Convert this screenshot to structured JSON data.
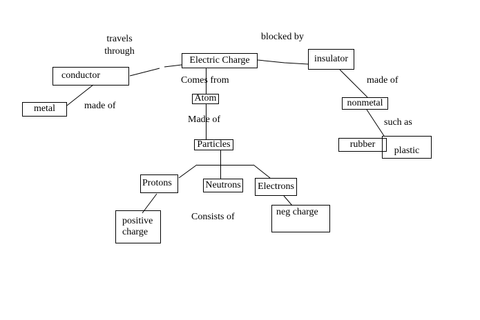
{
  "canvas": {
    "background": "#ffffff",
    "line_color": "#000000",
    "text_color": "#000000"
  },
  "nodes": {
    "electric_charge": "Electric Charge",
    "conductor": "conductor",
    "metal": "metal",
    "atom": "Atom",
    "particles": "Particles",
    "insulator": "insulator",
    "nonmetal": "nonmetal",
    "rubber": "rubber",
    "plastic": "plastic",
    "protons": "Protons",
    "neutrons": "Neutrons",
    "electrons": "Electrons",
    "positive_charge": "positive\ncharge",
    "neg_charge": "neg charge"
  },
  "edge_labels": {
    "travels_through": "travels\nthrough",
    "blocked_by": "blocked by",
    "comes_from": "Comes from",
    "made_of_atom": "Made of",
    "made_of_metal": "made of",
    "made_of_nonmetal": "made of",
    "such_as": "such as",
    "consists_of": "Consists of"
  },
  "relations": [
    {
      "from": "conductor",
      "to": "electric_charge",
      "label": "travels through"
    },
    {
      "from": "electric_charge",
      "to": "insulator",
      "label": "blocked by"
    },
    {
      "from": "electric_charge",
      "to": "atom",
      "label": "Comes from"
    },
    {
      "from": "atom",
      "to": "particles",
      "label": "Made of"
    },
    {
      "from": "particles",
      "to": "protons",
      "label": "Consists of"
    },
    {
      "from": "particles",
      "to": "neutrons",
      "label": "Consists of"
    },
    {
      "from": "particles",
      "to": "electrons",
      "label": "Consists of"
    },
    {
      "from": "conductor",
      "to": "metal",
      "label": "made of"
    },
    {
      "from": "insulator",
      "to": "nonmetal",
      "label": "made of"
    },
    {
      "from": "nonmetal",
      "to": "rubber",
      "label": "such as"
    },
    {
      "from": "nonmetal",
      "to": "plastic",
      "label": "such as"
    },
    {
      "from": "protons",
      "to": "positive_charge",
      "label": ""
    },
    {
      "from": "electrons",
      "to": "neg_charge",
      "label": ""
    }
  ]
}
